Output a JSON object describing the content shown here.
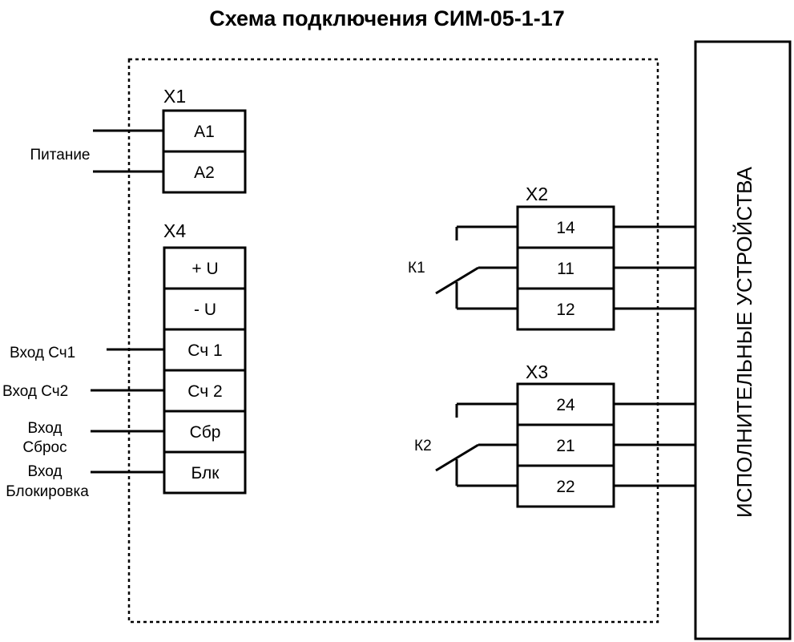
{
  "title": "Схема подключения СИМ-05-1-17",
  "x1": {
    "name": "X1",
    "cells": [
      "A1",
      "A2"
    ],
    "side_label": "Питание"
  },
  "x4": {
    "name": "X4",
    "cells": [
      "+ U",
      "- U",
      "Сч 1",
      "Сч 2",
      "Сбр",
      "Блк"
    ],
    "input_labels": {
      "cnt1": "Вход Сч1",
      "cnt2": "Вход Сч2",
      "reset_line1": "Вход",
      "reset_line2": "Сброс",
      "block_line1": "Вход",
      "block_line2": "Блокировка"
    }
  },
  "x2": {
    "name": "X2",
    "cells": [
      "14",
      "11",
      "12"
    ],
    "relay": "К1"
  },
  "x3": {
    "name": "X3",
    "cells": [
      "24",
      "21",
      "22"
    ],
    "relay": "К2"
  },
  "actuator": {
    "label": "ИСПОЛНИТЕЛЬНЫЕ УСТРОЙСТВА"
  }
}
